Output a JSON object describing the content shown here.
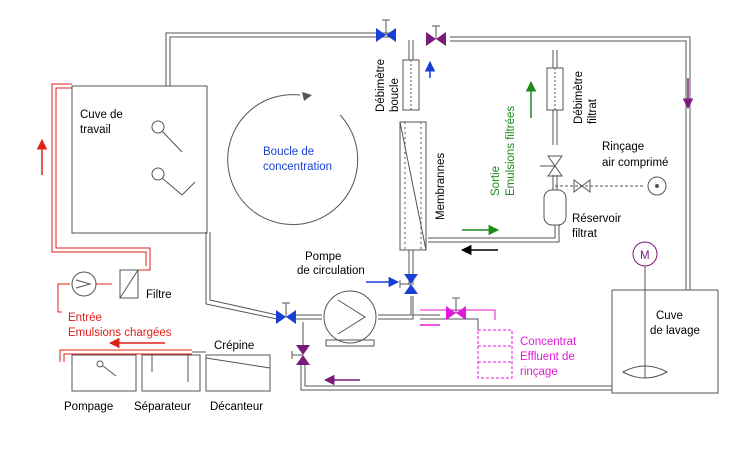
{
  "colors": {
    "line": "#555555",
    "blue": "#1a3fd6",
    "red": "#e0201b",
    "green": "#1b8a1b",
    "magenta": "#e01ad8",
    "purple": "#7a1a7a",
    "black": "#000000"
  },
  "labels": {
    "cuve_travail_1": "Cuve de",
    "cuve_travail_2": "travail",
    "boucle_1": "Boucle de",
    "boucle_2": "concentration",
    "membranes": "Membrannes",
    "debitmetre_boucle_1": "Débimètre",
    "debitmetre_boucle_2": "boucle",
    "debitmetre_filtrat_1": "Débimètre",
    "debitmetre_filtrat_2": "filtrat",
    "sortie_1": "Sortie",
    "sortie_2": "Emulsions filtrées",
    "rincage_1": "Rinçage",
    "rincage_2": "air comprimé",
    "reservoir_1": "Réservoir",
    "reservoir_2": "filtrat",
    "pompe_circ_1": "Pompe",
    "pompe_circ_2": "de circulation",
    "filtre": "Filtre",
    "entree_1": "Entrée",
    "entree_2": "Emulsions chargées",
    "crepine": "Crépine",
    "pompage": "Pompage",
    "separateur": "Séparateur",
    "decanteur": "Décanteur",
    "concentrat_1": "Concentrat",
    "concentrat_2": "Effluent de",
    "concentrat_3": "rinçage",
    "cuve_lavage_1": "Cuve",
    "cuve_lavage_2": "de lavage",
    "moteur": "M"
  }
}
